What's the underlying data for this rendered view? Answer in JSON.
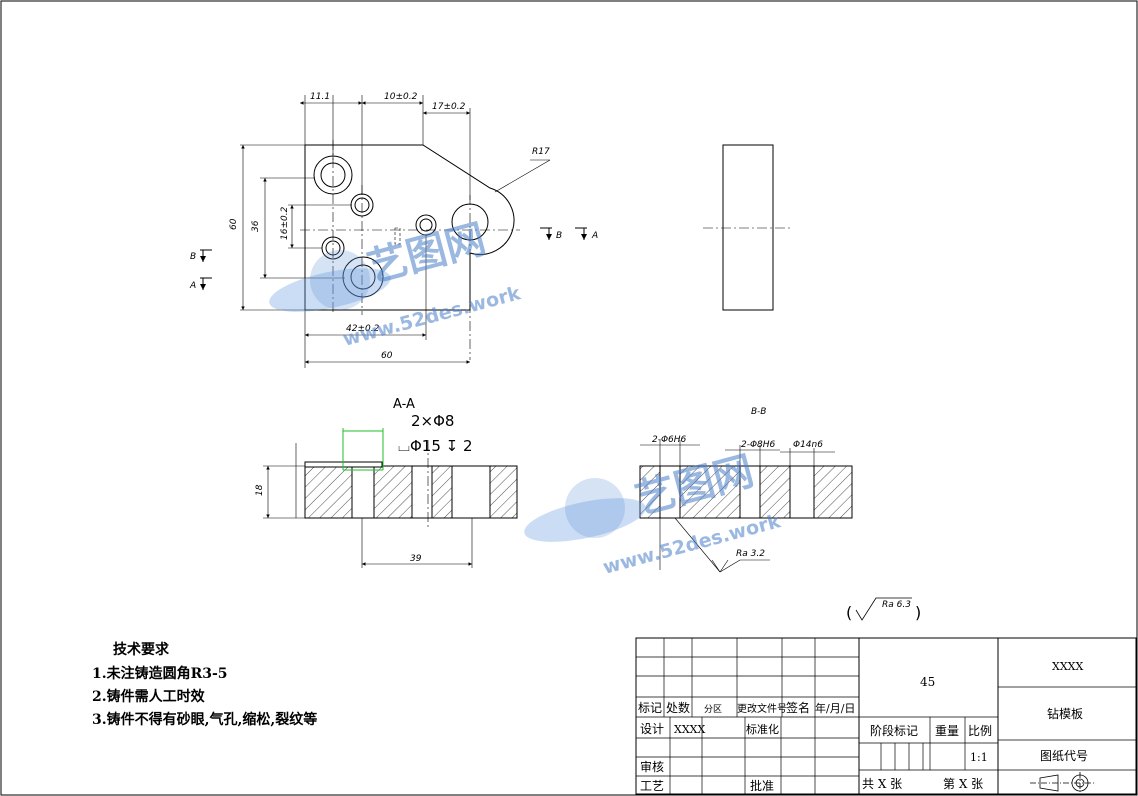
{
  "top_view": {
    "dims": {
      "d11": "11.1",
      "d10": "10±0.2",
      "d17": "17±0.2",
      "r17": "R17",
      "d60v": "60",
      "d36": "36",
      "d16": "16±0.2",
      "d42": "42±0.2",
      "d60h": "60"
    },
    "section_marks": {
      "b_left": "B",
      "a_left": "A",
      "b_right": "B",
      "a_right": "A"
    }
  },
  "section_aa": {
    "title": "A-A",
    "callout_line1": "2×Φ8",
    "callout_line2": "⌴Φ15 ↧ 2",
    "dim_height": "18",
    "dim_width": "39"
  },
  "section_bb": {
    "title": "B-B",
    "dim_a": "2-Φ6H6",
    "dim_b": "2-Φ8H6",
    "dim_c": "Φ14n6",
    "roughness": "Ra 3.2"
  },
  "general_roughness": "Ra 6.3",
  "tech_requirements": {
    "title": "技术要求",
    "items": [
      "1.未注铸造圆角R3-5",
      "2.铸件需人工时效",
      "3.铸件不得有砂眼,气孔,缩松,裂纹等"
    ]
  },
  "title_block": {
    "col_headers": [
      "标记",
      "处数",
      "分区",
      "更改文件号",
      "签名",
      "年/月/日"
    ],
    "design": "设计",
    "designer": "XXXX",
    "standardize": "标准化",
    "review": "审核",
    "process": "工艺",
    "approve": "批准",
    "material": "45",
    "stage_mark": "阶段标记",
    "weight": "重量",
    "scale_label": "比例",
    "scale": "1:1",
    "sheets_total": "共 X 张",
    "sheet_no": "第 X 张",
    "company": "XXXX",
    "part_name": "钻模板",
    "drawing_code": "图纸代号"
  },
  "watermark": {
    "brand": "艺图网",
    "url": "www.52des.work"
  }
}
